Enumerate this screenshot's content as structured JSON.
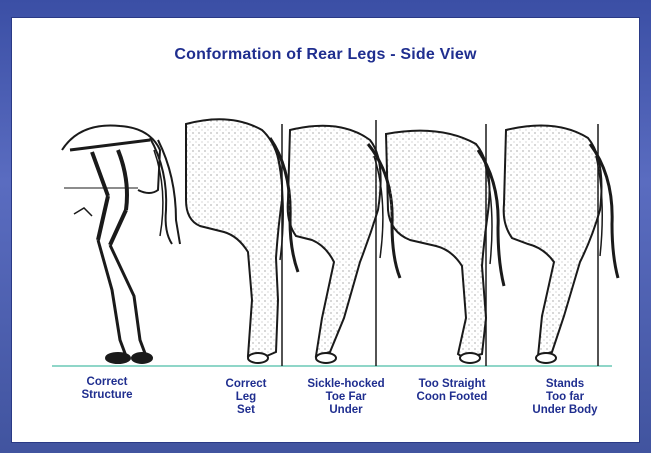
{
  "title": "Conformation of Rear Legs - Side View",
  "colors": {
    "title_text": "#1f2e8f",
    "ground_line": "#8fd6c8",
    "frame": "#4659ad",
    "ink": "#1a1a1a"
  },
  "captions": [
    {
      "id": "correct-structure",
      "lines": [
        "Correct",
        "Structure"
      ]
    },
    {
      "id": "correct-leg-set",
      "lines": [
        "Correct",
        "Leg",
        "Set"
      ]
    },
    {
      "id": "sickle-hocked",
      "lines": [
        "Sickle-hocked",
        "Toe Far",
        "Under"
      ]
    },
    {
      "id": "too-straight",
      "lines": [
        "Too Straight",
        "Coon Footed"
      ]
    },
    {
      "id": "stands-too-far",
      "lines": [
        "Stands",
        "Too far",
        "Under Body"
      ]
    }
  ]
}
